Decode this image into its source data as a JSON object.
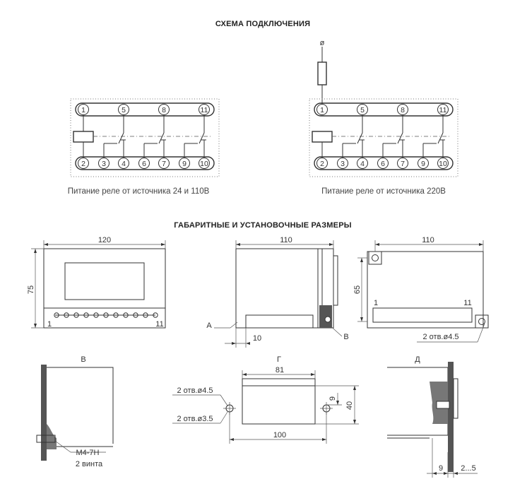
{
  "headings": {
    "wiring": "СХЕМА ПОДКЛЮЧЕНИЯ",
    "dimensions": "ГАБАРИТНЫЕ И УСТАНОВОЧНЫЕ РАЗМЕРЫ"
  },
  "wiring": {
    "left_caption": "Питание реле от источника 24 и 110В",
    "right_caption": "Питание реле от источника 220В",
    "supply_symbol": "ø",
    "top_terminals": [
      "1",
      "5",
      "8",
      "11"
    ],
    "bottom_terminals": [
      "2",
      "3",
      "4",
      "6",
      "7",
      "9",
      "10"
    ]
  },
  "front_view": {
    "width": "120",
    "height": "75",
    "terminal_first": "1",
    "terminal_last": "11"
  },
  "side_view": {
    "width": "110",
    "offset": "10",
    "label_a": "А",
    "label_b": "В"
  },
  "back_view": {
    "width": "110",
    "height": "65",
    "terminal_first": "1",
    "terminal_last": "11",
    "holes": "2 отв.ø4.5"
  },
  "detail_v": {
    "title": "В",
    "screw": "М4-7Н",
    "screw_count": "2 винта"
  },
  "detail_g": {
    "title": "Г",
    "top_dim": "81",
    "bottom_dim": "100",
    "height": "40",
    "small": "9",
    "holes_large": "2 отв.ø4.5",
    "holes_small": "2 отв.ø3.5"
  },
  "detail_d": {
    "title": "Д",
    "dim_a": "9",
    "dim_b": "2...5"
  }
}
